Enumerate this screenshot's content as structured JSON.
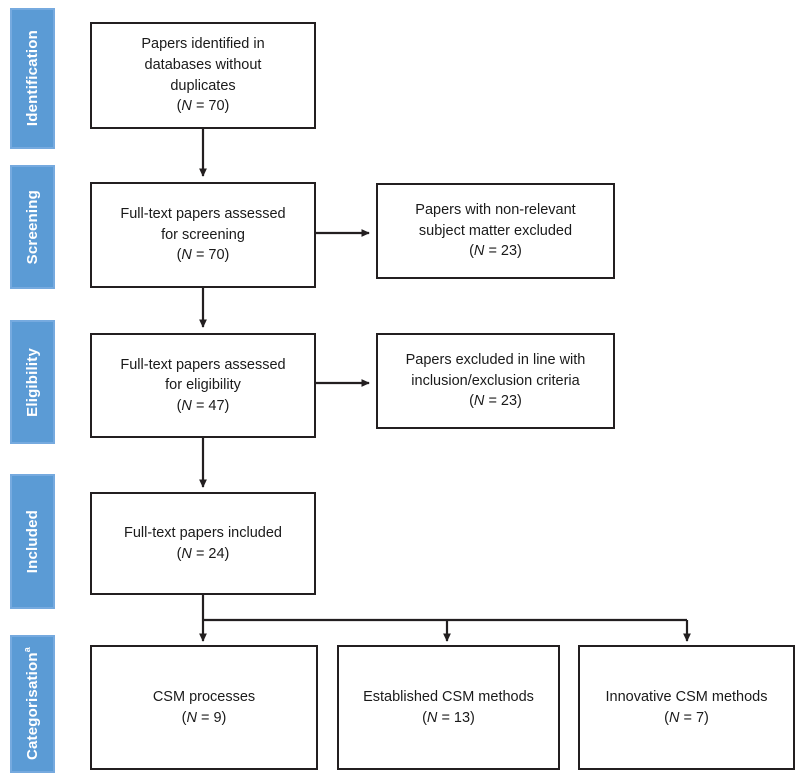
{
  "diagram": {
    "title": "PRISMA-style literature selection flow diagram",
    "accent_color": "#5B9BD5",
    "accent_border_color": "#76AADF",
    "line_color": "#231f20",
    "stages": [
      {
        "id": "identification",
        "label": "Identification",
        "superscript": ""
      },
      {
        "id": "screening",
        "label": "Screening",
        "superscript": ""
      },
      {
        "id": "eligibility",
        "label": "Eligibility",
        "superscript": ""
      },
      {
        "id": "included",
        "label": "Included",
        "superscript": ""
      },
      {
        "id": "categorisation",
        "label": "Categorisation",
        "superscript": "a"
      }
    ],
    "nodes": {
      "identified": {
        "line1": "Papers identified in",
        "line2": "databases without",
        "line3": "duplicates",
        "count": "(N = 70)",
        "count_symbol": "N",
        "count_value": "= 70)"
      },
      "screening": {
        "line1": "Full-text papers assessed",
        "line2": "for screening",
        "count": "(N = 70)",
        "count_symbol": "N",
        "count_value": "= 70)"
      },
      "screening_excluded": {
        "line1": "Papers with non-relevant",
        "line2": "subject matter excluded",
        "count": "(N = 23)",
        "count_symbol": "N",
        "count_value": "= 23)"
      },
      "eligibility": {
        "line1": "Full-text papers assessed",
        "line2": "for eligibility",
        "count": "(N = 47)",
        "count_symbol": "N",
        "count_value": "= 47)"
      },
      "eligibility_excluded": {
        "line1": "Papers excluded in line with",
        "line2": "inclusion/exclusion criteria",
        "count": "(N = 23)",
        "count_symbol": "N",
        "count_value": "= 23)"
      },
      "included": {
        "line1": "Full-text papers included",
        "count": "(N = 24)",
        "count_symbol": "N",
        "count_value": "= 24)"
      },
      "category_processes": {
        "line1": "CSM processes",
        "count": "(N = 9)",
        "count_symbol": "N",
        "count_value": "= 9)"
      },
      "category_established": {
        "line1": "Established CSM methods",
        "count": "(N = 13)",
        "count_symbol": "N",
        "count_value": "= 13)"
      },
      "category_innovative": {
        "line1": "Innovative CSM methods",
        "count": "(N = 7)",
        "count_symbol": "N",
        "count_value": "= 7)"
      }
    }
  },
  "chart_data": {
    "type": "diagram",
    "title": "PRISMA-style literature selection flow diagram",
    "stages": [
      "Identification",
      "Screening",
      "Eligibility",
      "Included",
      "Categorisation"
    ],
    "nodes": [
      {
        "stage": "Identification",
        "label": "Papers identified in databases without duplicates",
        "n": 70
      },
      {
        "stage": "Screening",
        "label": "Full-text papers assessed for screening",
        "n": 70
      },
      {
        "stage": "Screening",
        "label": "Papers with non-relevant subject matter excluded",
        "n": 23,
        "kind": "excluded"
      },
      {
        "stage": "Eligibility",
        "label": "Full-text papers assessed for eligibility",
        "n": 47
      },
      {
        "stage": "Eligibility",
        "label": "Papers excluded in line with inclusion/exclusion criteria",
        "n": 23,
        "kind": "excluded"
      },
      {
        "stage": "Included",
        "label": "Full-text papers included",
        "n": 24
      },
      {
        "stage": "Categorisation",
        "label": "CSM processes",
        "n": 9
      },
      {
        "stage": "Categorisation",
        "label": "Established CSM methods",
        "n": 13
      },
      {
        "stage": "Categorisation",
        "label": "Innovative CSM methods",
        "n": 7
      }
    ],
    "edges": [
      {
        "from": "Papers identified in databases without duplicates",
        "to": "Full-text papers assessed for screening"
      },
      {
        "from": "Full-text papers assessed for screening",
        "to": "Papers with non-relevant subject matter excluded"
      },
      {
        "from": "Full-text papers assessed for screening",
        "to": "Full-text papers assessed for eligibility"
      },
      {
        "from": "Full-text papers assessed for eligibility",
        "to": "Papers excluded in line with inclusion/exclusion criteria"
      },
      {
        "from": "Full-text papers assessed for eligibility",
        "to": "Full-text papers included"
      },
      {
        "from": "Full-text papers included",
        "to": "CSM processes"
      },
      {
        "from": "Full-text papers included",
        "to": "Established CSM methods"
      },
      {
        "from": "Full-text papers included",
        "to": "Innovative CSM methods"
      }
    ]
  }
}
